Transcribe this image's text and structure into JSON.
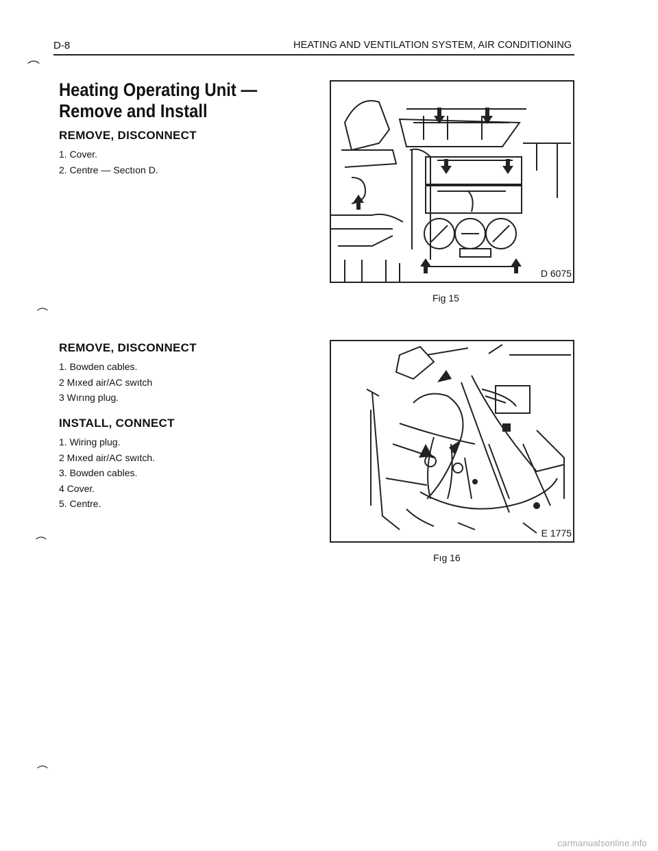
{
  "header": {
    "page_number": "D-8",
    "section_title": "HEATING AND VENTILATION SYSTEM, AIR CONDITIONING"
  },
  "title": {
    "line1": "Heating Operating Unit —",
    "line2": "Remove and Install"
  },
  "section1": {
    "heading": "REMOVE, DISCONNECT",
    "steps": [
      "1. Cover.",
      "2. Centre — Sectıon D."
    ]
  },
  "section2": {
    "heading": "REMOVE, DISCONNECT",
    "steps": [
      "1. Bowden cables.",
      "2  Mıxed air/AC swıtch",
      "3  Wırıng plug."
    ]
  },
  "section3": {
    "heading": "INSTALL, CONNECT",
    "steps": [
      "1. Wiring plug.",
      "2  Mıxed air/AC swıtch.",
      "3. Bowden cables.",
      "4  Cover.",
      "5. Centre."
    ]
  },
  "figures": [
    {
      "code": "D 6075",
      "caption": "Fig 15"
    },
    {
      "code": "E 1775",
      "caption": "Fıg 16"
    }
  ],
  "footer": {
    "watermark": "carmanualsonline.info"
  }
}
